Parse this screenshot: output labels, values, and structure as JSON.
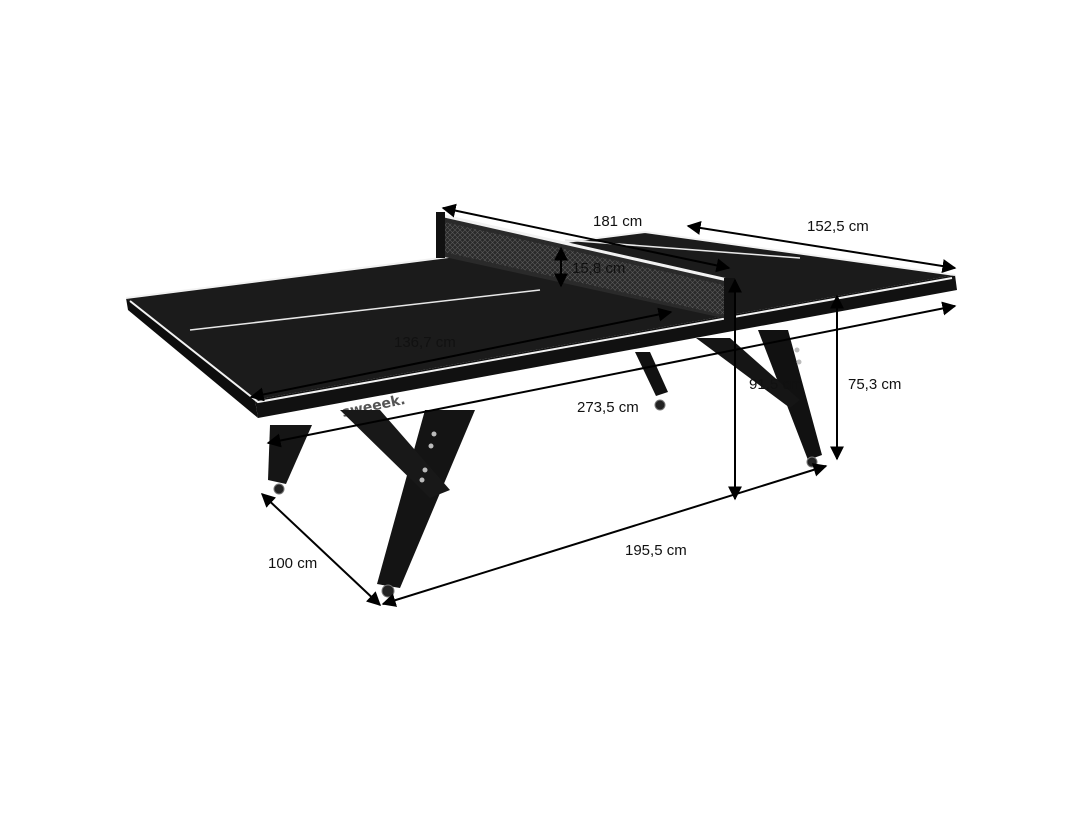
{
  "brand": "sweeek.",
  "dimensions": {
    "net_length": "181 cm",
    "table_width": "152,5 cm",
    "net_height": "15,8 cm",
    "half_length": "136,7 cm",
    "total_length": "273,5 cm",
    "height_with_net": "91,5 cm",
    "table_height": "75,3 cm",
    "leg_span_length": "195,5 cm",
    "leg_span_width": "100 cm"
  },
  "colors": {
    "table_top": "#1b1b1b",
    "frame": "#0d0d0d",
    "edge_line": "#f2f2f2",
    "arrow": "#000000"
  }
}
